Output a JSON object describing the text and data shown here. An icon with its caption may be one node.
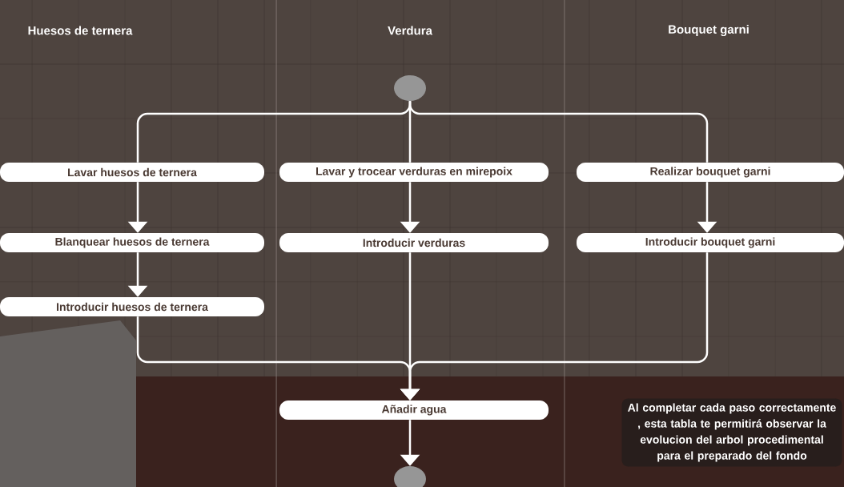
{
  "diagram": {
    "nodes": [
      {
        "text": [],
        "shape": "circle"
      },
      {
        "text": [
          "Lavar huesos de ternera"
        ]
      },
      {
        "text": [
          "Blanquear huesos de ternera"
        ]
      },
      {
        "text": [
          "Introducir huesos de ternera"
        ]
      },
      {
        "text": [
          "Lavar y trocear verduras en mirepoix"
        ]
      },
      {
        "text": [
          "Introducir verduras"
        ]
      },
      {
        "text": [
          "Realizar bouquet garni"
        ]
      },
      {
        "text": [
          "Introducir bouquet garni"
        ]
      },
      {
        "text": [
          "Añadir agua"
        ]
      },
      {
        "text": [],
        "shape": "circle"
      },
      {
        "text": [
          "Al completar cada paso correctamente , esta tabla te permitirá observar la evolucion del arbol procedimental para el preparado del fondo"
        ]
      }
    ],
    "edges": [
      {
        "from": 0,
        "to": 1,
        "arrow": "none"
      },
      {
        "from": 0,
        "to": 4,
        "arrow": "none"
      },
      {
        "from": 0,
        "to": 6,
        "arrow": "none"
      },
      {
        "from": 1,
        "to": 2,
        "arrow": "to"
      },
      {
        "from": 2,
        "to": 3,
        "arrow": "to"
      },
      {
        "from": 4,
        "to": 5,
        "arrow": "to"
      },
      {
        "from": 6,
        "to": 7,
        "arrow": "to"
      },
      {
        "from": 3,
        "to": 8,
        "arrow": "to"
      },
      {
        "from": 5,
        "to": 8,
        "arrow": "to"
      },
      {
        "from": 7,
        "to": 8,
        "arrow": "to"
      },
      {
        "from": 8,
        "to": 9,
        "arrow": "to"
      }
    ],
    "labels": [
      "Huesos de ternera",
      "Verdura",
      "Bouquet garni"
    ]
  }
}
